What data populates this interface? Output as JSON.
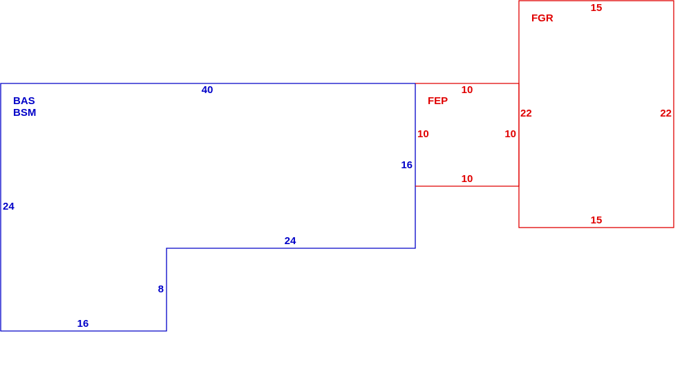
{
  "colors": {
    "main_area": "#0000c8",
    "addition_area": "#e00000",
    "background": "#ffffff"
  },
  "areas": {
    "main": {
      "codes": [
        "BAS",
        "BSM"
      ],
      "dimensions": {
        "top": "40",
        "left": "24",
        "right": "16",
        "step_top": "24",
        "step_side": "8",
        "bottom": "16"
      }
    },
    "fep": {
      "code": "FEP",
      "dimensions": {
        "top": "10",
        "left": "10",
        "right": "10",
        "bottom": "10"
      }
    },
    "fgr": {
      "code": "FGR",
      "dimensions": {
        "top": "15",
        "left": "22",
        "right": "22",
        "bottom": "15"
      }
    }
  }
}
